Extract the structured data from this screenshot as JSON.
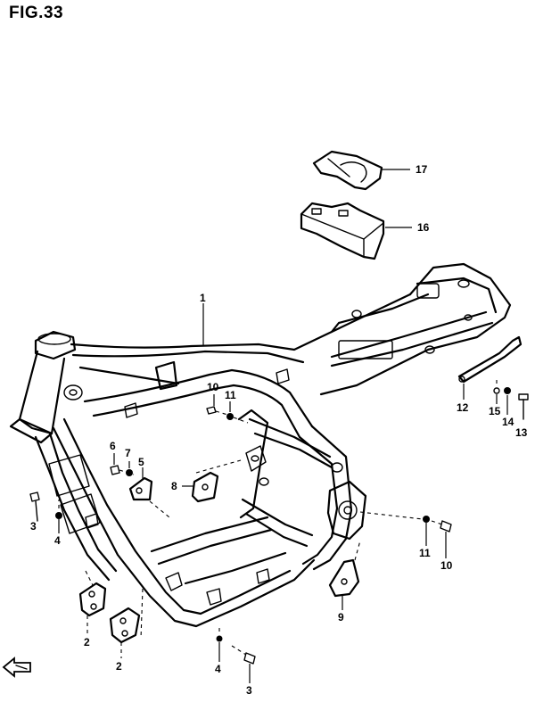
{
  "figure": {
    "title": "FIG.33"
  },
  "callouts": {
    "c1": "1",
    "c2a": "2",
    "c2b": "2",
    "c3a": "3",
    "c3b": "3",
    "c4a": "4",
    "c4b": "4",
    "c5": "5",
    "c6": "6",
    "c7": "7",
    "c8": "8",
    "c9": "9",
    "c10a": "10",
    "c10b": "10",
    "c11a": "11",
    "c11b": "11",
    "c12": "12",
    "c13": "13",
    "c14": "14",
    "c15": "15",
    "c16": "16",
    "c17": "17"
  },
  "icons": {
    "front_arrow": "front-direction-arrow-icon"
  }
}
